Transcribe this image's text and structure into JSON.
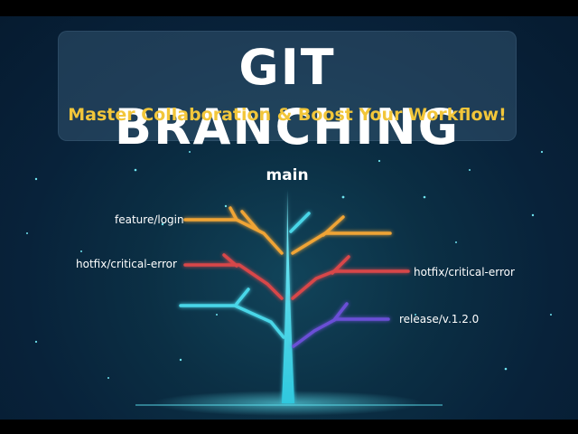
{
  "header": {
    "title": "GIT BRANCHING",
    "subtitle": "Master Collaboration & Boost Your Workflow!"
  },
  "diagram": {
    "trunk_label": "main",
    "branches": [
      {
        "label": "feature/login",
        "color": "#f0a436"
      },
      {
        "label": "hotfix/critical-error",
        "color": "#d8474a"
      },
      {
        "label": "hotfix/critical-error",
        "color": "#d8474a"
      },
      {
        "label": "release/v.1.2.0",
        "color": "#6b4fd6"
      }
    ],
    "trunk_color": "#49d6e8"
  }
}
